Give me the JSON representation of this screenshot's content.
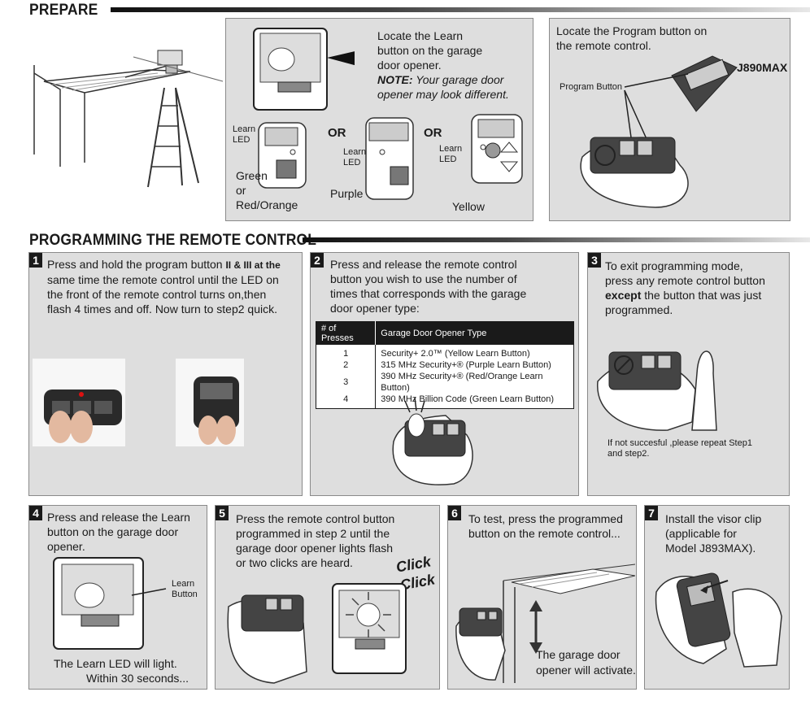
{
  "prepare": {
    "heading": "PREPARE",
    "learn_box": {
      "instruction": "Locate the Learn button on the garage door opener.",
      "line1": "Locate the Learn",
      "line2": "button on the garage",
      "line3": "door opener.",
      "note_label": "NOTE:",
      "note_rest1": " Your garage door",
      "note_rest2": "opener may look different.",
      "or1": "OR",
      "or2": "OR",
      "learn_led_1a": "Learn",
      "learn_led_1b": "LED",
      "learn_led_2a": "Learn",
      "learn_led_2b": "LED",
      "learn_led_3a": "Learn",
      "learn_led_3b": "LED",
      "green_1": "Green",
      "green_2": "or",
      "green_3": "Red/Orange",
      "purple": "Purple",
      "yellow": "Yellow"
    },
    "program_box": {
      "line1": "Locate the Program button on",
      "line2": "the remote control.",
      "program_button_label": "Program Button",
      "model": "J890MAX"
    }
  },
  "programming": {
    "heading": "PROGRAMMING THE REMOTE CONTROL",
    "step1": {
      "num": "1",
      "l1a": "Press and hold the program button ",
      "l1b": "II & III at the",
      "l2": "same time the remote control until the LED on",
      "l3": "the front of the remote control turns on,then",
      "l4": "flash 4 times and off. Now turn to step2 quick."
    },
    "step2": {
      "num": "2",
      "l1": "Press and release the remote control",
      "l2": "button you wish to use the number of",
      "l3": "times that corresponds with the garage",
      "l4": "door opener type:",
      "table_headers": [
        "# of Presses",
        "Garage Door Opener Type"
      ],
      "table_rows": [
        [
          "1",
          "Security+ 2.0™ (Yellow Learn Button)"
        ],
        [
          "2",
          "315 MHz Security+® (Purple Learn Button)"
        ],
        [
          "3",
          "390 MHz Security+® (Red/Orange Learn Button)"
        ],
        [
          "4",
          "390 MHz Billion Code (Green Learn Button)"
        ]
      ]
    },
    "step3": {
      "num": "3",
      "l1": "To exit programming mode,",
      "l2": "press any remote control button",
      "l3a": "except",
      "l3b": " the button that was just",
      "l4": "programmed.",
      "note1": "If not succesful ,please repeat Step1",
      "note2": "and step2."
    },
    "step4": {
      "num": "4",
      "l1": "Press and release the Learn",
      "l2": "button on the garage door",
      "l3": "opener.",
      "learn_a": "Learn",
      "learn_b": "Button",
      "f1": "The Learn LED will light.",
      "f2": "Within 30 seconds..."
    },
    "step5": {
      "num": "5",
      "l1": "Press the remote control button",
      "l2": "programmed in step 2 until the",
      "l3": "garage door opener lights flash",
      "l4": "or two clicks are heard.",
      "click1": "Click",
      "click2": "Click"
    },
    "step6": {
      "num": "6",
      "l1": "To test, press the programmed",
      "l2": "button on the remote control...",
      "f1": "The garage door",
      "f2": "opener will activate."
    },
    "step7": {
      "num": "7",
      "l1": "Install the visor clip",
      "l2": "(applicable for",
      "l3": "Model J893MAX)."
    }
  }
}
